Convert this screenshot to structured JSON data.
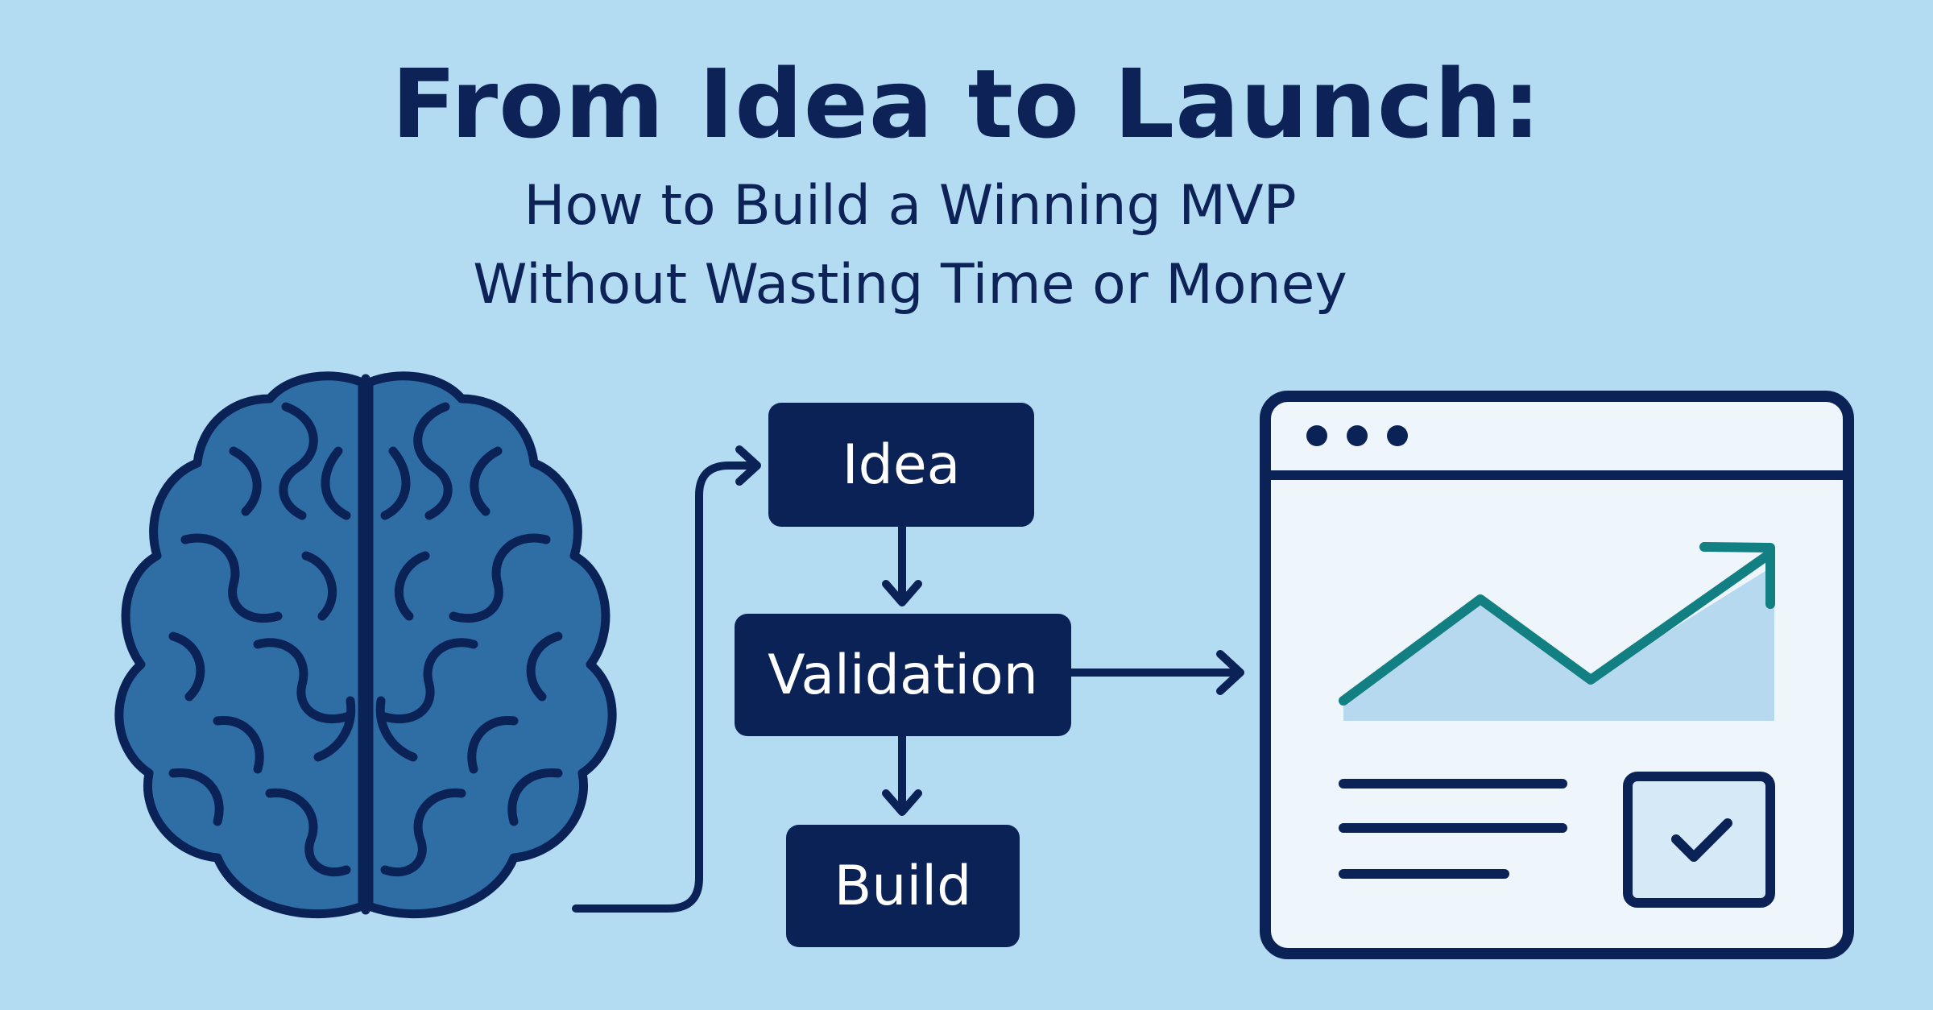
{
  "header": {
    "title": "From Idea to Launch:",
    "subtitle_line1": "How to Build a Winning MVP",
    "subtitle_line2": "Without Wasting Time or Money"
  },
  "flow": {
    "steps": [
      "Idea",
      "Validation",
      "Build"
    ]
  },
  "icons": {
    "left": "brain-icon",
    "right": "browser-window-icon",
    "chart": "rising-line-chart-icon",
    "check": "checkbox-check-icon"
  },
  "colors": {
    "background": "#b3dcf3",
    "navy": "#0b2257",
    "brain": "#2f6ea5",
    "teal": "#127f83",
    "window": "#eef6fb"
  }
}
